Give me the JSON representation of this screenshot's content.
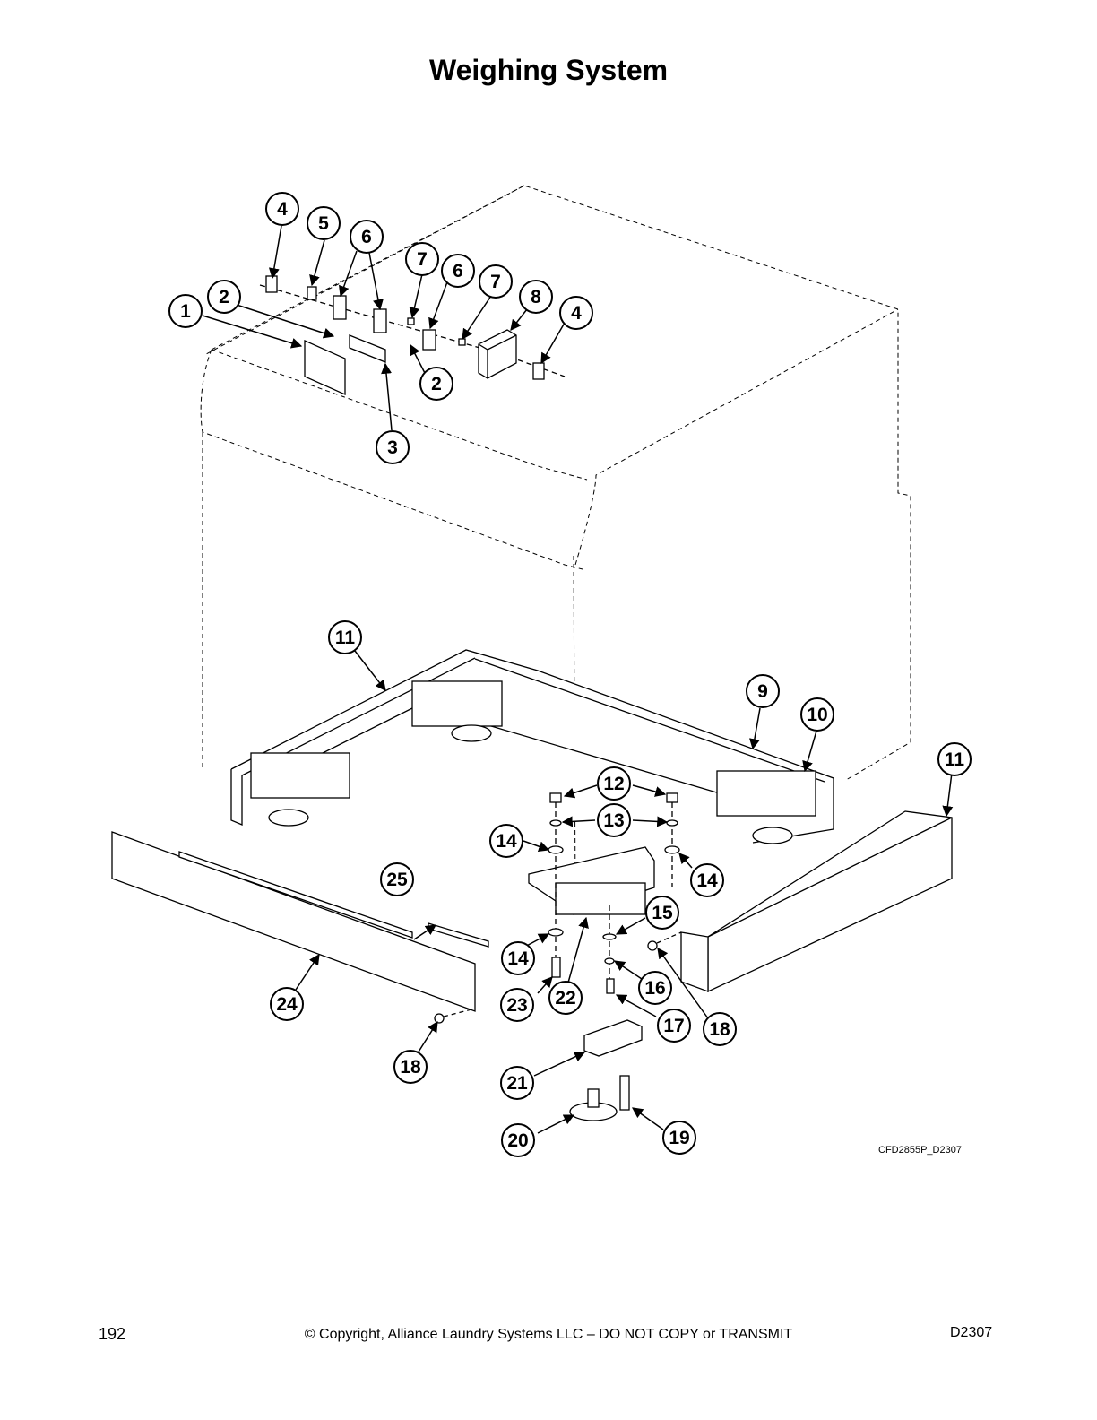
{
  "page": {
    "title": "Weighing System",
    "page_number": "192",
    "copyright": "© Copyright, Alliance Laundry Systems LLC – DO NOT COPY or TRANSMIT",
    "doc_code": "D2307"
  },
  "figure": {
    "figure_id": "CFD2855P_D2307",
    "callouts": [
      "1",
      "2",
      "2",
      "3",
      "4",
      "4",
      "5",
      "6",
      "6",
      "7",
      "7",
      "8",
      "9",
      "10",
      "11",
      "11",
      "12",
      "13",
      "14",
      "14",
      "14",
      "15",
      "16",
      "17",
      "18",
      "18",
      "19",
      "20",
      "21",
      "22",
      "23",
      "24",
      "25"
    ]
  }
}
